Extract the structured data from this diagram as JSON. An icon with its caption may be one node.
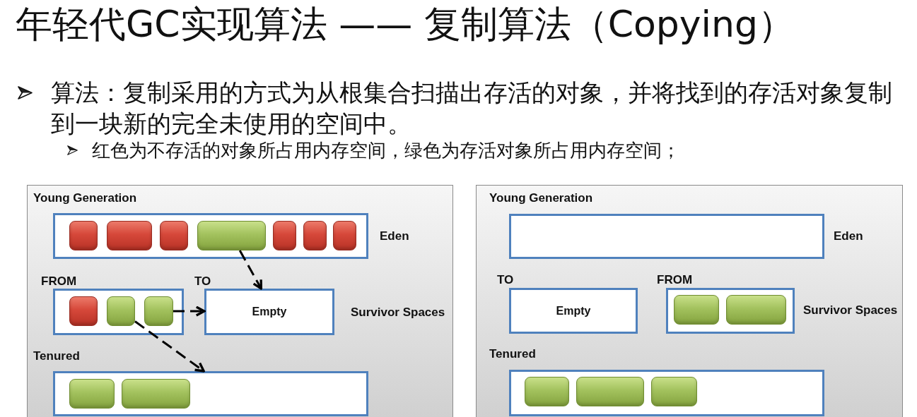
{
  "diagram": {
    "title": "年轻代GC实现算法 —— 复制算法（Copying）",
    "nodes": [
      {
        "text": [
          "Young Generation"
        ]
      },
      {
        "text": [
          "Eden"
        ],
        "in": 0
      },
      {
        "text": [],
        "shape": "box",
        "in": 1
      },
      {
        "text": [],
        "shape": "box",
        "in": 1
      },
      {
        "text": [],
        "shape": "box",
        "in": 1
      },
      {
        "text": [],
        "shape": "box",
        "in": 1
      },
      {
        "text": [],
        "shape": "box",
        "in": 1
      },
      {
        "text": [],
        "shape": "box",
        "in": 1
      },
      {
        "text": [],
        "shape": "box",
        "in": 1
      },
      {
        "text": [
          "FROM"
        ],
        "in": 0
      },
      {
        "text": [],
        "shape": "box",
        "in": 9
      },
      {
        "text": [],
        "shape": "box",
        "in": 9
      },
      {
        "text": [],
        "shape": "box",
        "in": 9
      },
      {
        "text": [
          "TO",
          "Empty"
        ],
        "in": 0
      },
      {
        "text": [
          "Tenured"
        ],
        "in": 0
      },
      {
        "text": [],
        "shape": "box",
        "in": 14
      },
      {
        "text": [],
        "shape": "box",
        "in": 14
      },
      {
        "text": [
          "Young Generation"
        ]
      },
      {
        "text": [
          "Eden"
        ],
        "in": 17
      },
      {
        "text": [
          "TO",
          "Empty"
        ],
        "in": 17
      },
      {
        "text": [
          "FROM"
        ],
        "in": 17
      },
      {
        "text": [],
        "shape": "box",
        "in": 20
      },
      {
        "text": [],
        "shape": "box",
        "in": 20
      },
      {
        "text": [
          "Tenured"
        ],
        "in": 17
      },
      {
        "text": [],
        "shape": "box",
        "in": 23
      },
      {
        "text": [],
        "shape": "box",
        "in": 23
      },
      {
        "text": [],
        "shape": "box",
        "in": 23
      }
    ],
    "edges": [
      {
        "from": 5,
        "to": 13,
        "arrow": "to",
        "style": "dashed"
      },
      {
        "from": 12,
        "to": 13,
        "arrow": "to",
        "style": "dashed"
      },
      {
        "from": 11,
        "to": 14,
        "arrow": "to",
        "style": "dashed"
      }
    ],
    "labels": [
      "算法：复制采用的方式为从根集合扫描出存活的对象，并将找到的存活对象复制到一块新的完全未使用的空间中。",
      "红色为不存活的对象所占用内存空间，绿色为存活对象所占用内存空间；",
      "Survivor Spaces",
      "Survivor Spaces"
    ]
  }
}
